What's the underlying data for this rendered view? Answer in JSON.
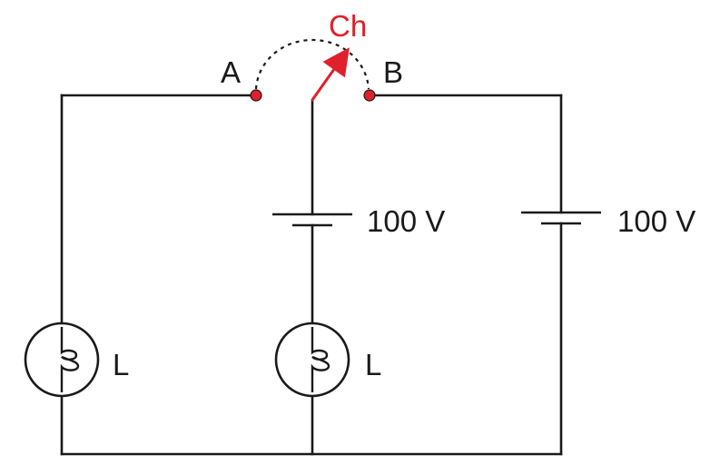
{
  "colors": {
    "line": "#1a1a1a",
    "accent": "#e0202a",
    "background": "#ffffff"
  },
  "labels": {
    "switch": "Ch",
    "terminal_a": "A",
    "terminal_b": "B",
    "battery_middle": "100 V",
    "battery_right": "100 V",
    "lamp_left": "L",
    "lamp_middle": "L"
  },
  "components": {
    "switch": {
      "name": "Ch",
      "throws": [
        "A",
        "B"
      ]
    },
    "batteries": [
      {
        "branch": "middle",
        "voltage": "100 V"
      },
      {
        "branch": "right",
        "voltage": "100 V"
      }
    ],
    "lamps": [
      {
        "branch": "left",
        "name": "L"
      },
      {
        "branch": "middle",
        "name": "L"
      }
    ]
  }
}
